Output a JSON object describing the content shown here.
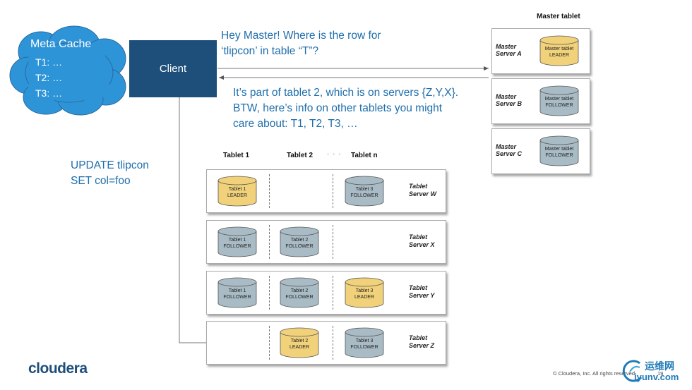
{
  "meta_cache": {
    "title": "Meta Cache",
    "lines": [
      "T1: …",
      "T2: …",
      "T3: …"
    ]
  },
  "client": {
    "label": "Client"
  },
  "messages": {
    "request_line1": "Hey Master! Where is the row for",
    "request_line2": "‘tlipcon’ in table “T”?",
    "response_line1": "It’s part of tablet 2, which is on servers {Z,Y,X}.",
    "response_line2": "BTW, here’s info on other tablets you might",
    "response_line3": "care about: T1, T2, T3, …"
  },
  "sql": {
    "line1": "UPDATE tlipcon",
    "line2": "SET col=foo"
  },
  "master": {
    "title": "Master tablet",
    "servers": [
      {
        "label_line1": "Master",
        "label_line2": "Server A",
        "tablet": "Master tablet",
        "role": "LEADER",
        "color": "#f1d27a"
      },
      {
        "label_line1": "Master",
        "label_line2": "Server B",
        "tablet": "Master tablet",
        "role": "FOLLOWER",
        "color": "#a9bcc6"
      },
      {
        "label_line1": "Master",
        "label_line2": "Server C",
        "tablet": "Master tablet",
        "role": "FOLLOWER",
        "color": "#a9bcc6"
      }
    ]
  },
  "tablet_headers": {
    "t1": "Tablet 1",
    "t2": "Tablet 2",
    "dots": "· · ·",
    "tn": "Tablet n"
  },
  "tablet_servers": [
    {
      "line1": "Tablet",
      "line2": "Server W",
      "t1": {
        "name": "Tablet 1",
        "role": "LEADER",
        "color": "#f1d27a"
      },
      "t2": null,
      "t3": {
        "name": "Tablet 3",
        "role": "FOLLOWER",
        "color": "#a9bcc6"
      }
    },
    {
      "line1": "Tablet",
      "line2": "Server X",
      "t1": {
        "name": "Tablet 1",
        "role": "FOLLOWER",
        "color": "#a9bcc6"
      },
      "t2": {
        "name": "Tablet 2",
        "role": "FOLLOWER",
        "color": "#a9bcc6"
      },
      "t3": null
    },
    {
      "line1": "Tablet",
      "line2": "Server Y",
      "t1": {
        "name": "Tablet 1",
        "role": "FOLLOWER",
        "color": "#a9bcc6"
      },
      "t2": {
        "name": "Tablet 2",
        "role": "FOLLOWER",
        "color": "#a9bcc6"
      },
      "t3": {
        "name": "Tablet 3",
        "role": "LEADER",
        "color": "#f1d27a"
      }
    },
    {
      "line1": "Tablet",
      "line2": "Server Z",
      "t1": null,
      "t2": {
        "name": "Tablet 2",
        "role": "LEADER",
        "color": "#f1d27a"
      },
      "t3": {
        "name": "Tablet 3",
        "role": "FOLLOWER",
        "color": "#a9bcc6"
      }
    }
  ],
  "footer": {
    "logo": "cloudera",
    "copyright": "© Cloudera, Inc. All rights reserved.",
    "page": "19",
    "watermark_line1": "运维网",
    "watermark_line2": "iyunv.com"
  },
  "colors": {
    "cloud": "#2e94d8",
    "client": "#1e4f7b",
    "text_blue": "#1f6eab",
    "leader": "#f1d27a",
    "follower": "#a9bcc6"
  }
}
